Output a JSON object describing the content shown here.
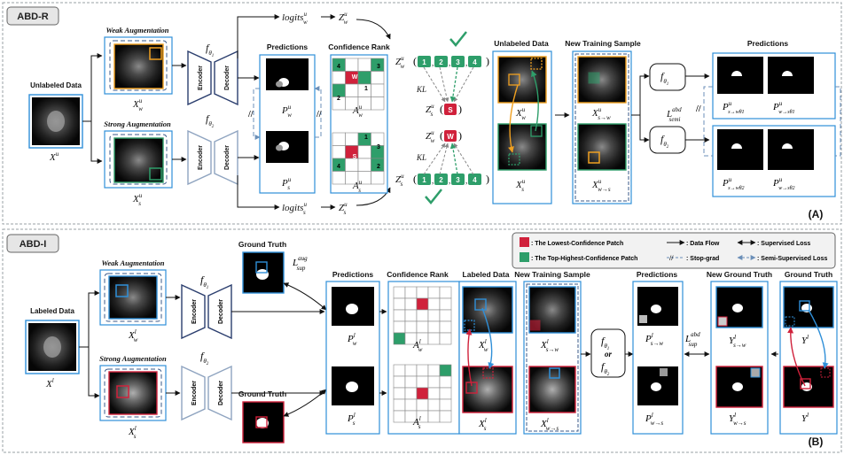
{
  "panel_a": {
    "tag": "ABD-R",
    "letter": "(A)",
    "unlabeled_data": "Unlabeled Data",
    "x_input": "X",
    "x_input_sup": "u",
    "weak_aug": "Weak Augmentation",
    "strong_aug": "Strong Augmentation",
    "xw": "X",
    "xw_sup": "u",
    "xw_sub": "w",
    "xs": "X",
    "xs_sup": "u",
    "xs_sub": "s",
    "f": "f",
    "f_sub1": "θ",
    "f_sub1b": "1",
    "f_sub2b": "2",
    "encoder": "Encoder",
    "decoder": "Decoder",
    "logits_w": "logits",
    "logits_sup": "u",
    "logits_w_sub": "w",
    "logits_s_sub": "s",
    "z": "Z",
    "z_sup": "u",
    "z_w_sub": "w",
    "z_s_sub": "s",
    "predictions": "Predictions",
    "pw": "P",
    "pw_sup": "u",
    "pw_sub": "w",
    "ps_sub": "s",
    "confidence_rank": "Confidence Rank",
    "aw": "A",
    "aw_sup": "u",
    "aw_sub": "w",
    "as_sub": "s",
    "grid_w_nums": [
      "4",
      "3",
      "1",
      "2"
    ],
    "grid_s_nums": [
      "1",
      "3",
      "4",
      "2"
    ],
    "lowest_mark_w": "W",
    "lowest_mark_s": "S",
    "kl": "KL",
    "seq_nums": [
      "1",
      "2",
      "3",
      "4"
    ],
    "zs_mid": "S",
    "zw_mid": "W",
    "unlabeled_data_2": "Unlabeled Data",
    "new_training_sample": "New Training Sample",
    "x_s2w_sub": "s→w",
    "x_w2s_sub": "w→s",
    "loss_main": "L",
    "loss_sup": "abd",
    "loss_sub": "semi",
    "predictions_2": "Predictions",
    "p_s2w_th1": "s→wθ1",
    "p_w2s_th1": "w→sθ1",
    "p_s2w_th2": "s→wθ2",
    "p_w2s_th2": "w→sθ2"
  },
  "panel_b": {
    "tag": "ABD-I",
    "letter": "(B)",
    "labeled_data": "Labeled Data",
    "x_input_sup": "l",
    "weak_aug": "Weak Augmentation",
    "strong_aug": "Strong Augmentation",
    "ground_truth": "Ground Truth",
    "ground_truth_2": "Ground Truth",
    "ground_truth_3": "Ground Truth",
    "loss_aug_sup": "aug",
    "loss_aug_sub": "sup",
    "predictions": "Predictions",
    "confidence_rank": "Confidence Rank",
    "labeled_data_2": "Labeled Data",
    "new_training_sample": "New Training Sample",
    "f_or": "or",
    "predictions_2": "Predictions",
    "loss_abd_sup": "abd",
    "loss_abd_sub": "sup",
    "new_ground_truth": "New Ground Truth",
    "y": "Y",
    "y_sup": "l",
    "sup_l": "l",
    "s2w": "s→w",
    "w2s": "w→s"
  },
  "legend": {
    "lowest": ": The Lowest-Confidence Patch",
    "highest": ": The Top-Highest-Confidence Patch",
    "data_flow": ": Data Flow",
    "stop_grad": ": Stop-grad",
    "supervised": ": Supervised Loss",
    "semi_supervised": ": Semi-Supervised Loss"
  },
  "colors": {
    "orange": "#f0a020",
    "green": "#2e9e6a",
    "red": "#d0213b",
    "blue": "#2f8fd8",
    "navy": "#2b3e6e",
    "dash": "#6b8fb8",
    "panel_border": "#9aa0a6"
  }
}
